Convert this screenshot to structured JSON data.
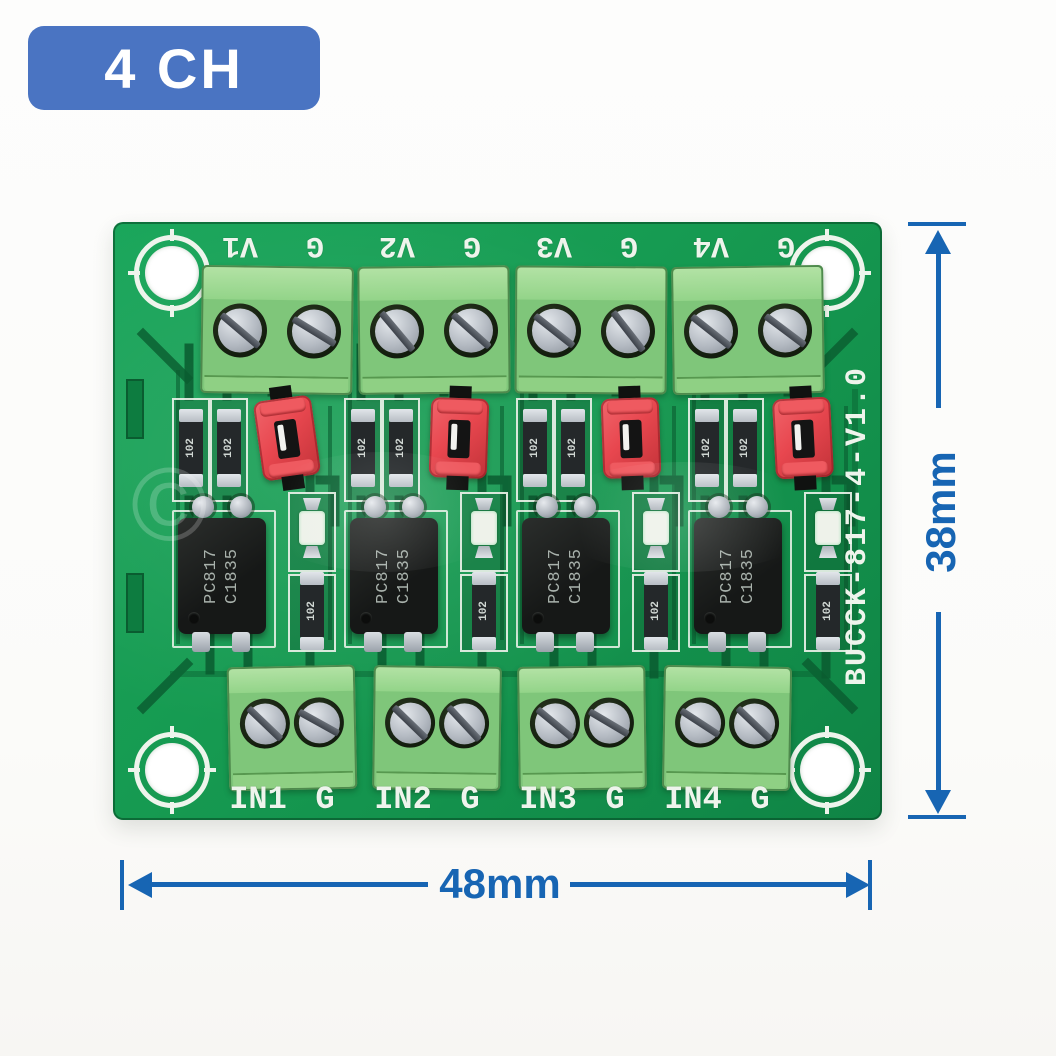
{
  "badge": {
    "label": "4 CH"
  },
  "pcb": {
    "silkscreen_text": "BUCCK-817-4-V1.0",
    "watermark": "©",
    "channels": [
      {
        "top_label": "V1",
        "top_gnd_label": "G",
        "bottom_label": "IN1",
        "bottom_gnd_label": "G",
        "optocoupler_marking": [
          "PC817",
          "C1835"
        ],
        "resistor_marking": "102"
      },
      {
        "top_label": "V2",
        "top_gnd_label": "G",
        "bottom_label": "IN2",
        "bottom_gnd_label": "G",
        "optocoupler_marking": [
          "PC817",
          "C1835"
        ],
        "resistor_marking": "102"
      },
      {
        "top_label": "V3",
        "top_gnd_label": "G",
        "bottom_label": "IN3",
        "bottom_gnd_label": "G",
        "optocoupler_marking": [
          "PC817",
          "C1835"
        ],
        "resistor_marking": "102"
      },
      {
        "top_label": "V4",
        "top_gnd_label": "G",
        "bottom_label": "IN4",
        "bottom_gnd_label": "G",
        "optocoupler_marking": [
          "PC817",
          "C1835"
        ],
        "resistor_marking": "102"
      }
    ]
  },
  "dimensions": {
    "height_label": "38mm",
    "width_label": "48mm"
  },
  "colors": {
    "badge_blue": "#4a74c2",
    "dimension_blue": "#1765b3",
    "pcb_green": "#169a51",
    "terminal_green": "#7fc67a",
    "jumper_red": "#e8474f"
  }
}
